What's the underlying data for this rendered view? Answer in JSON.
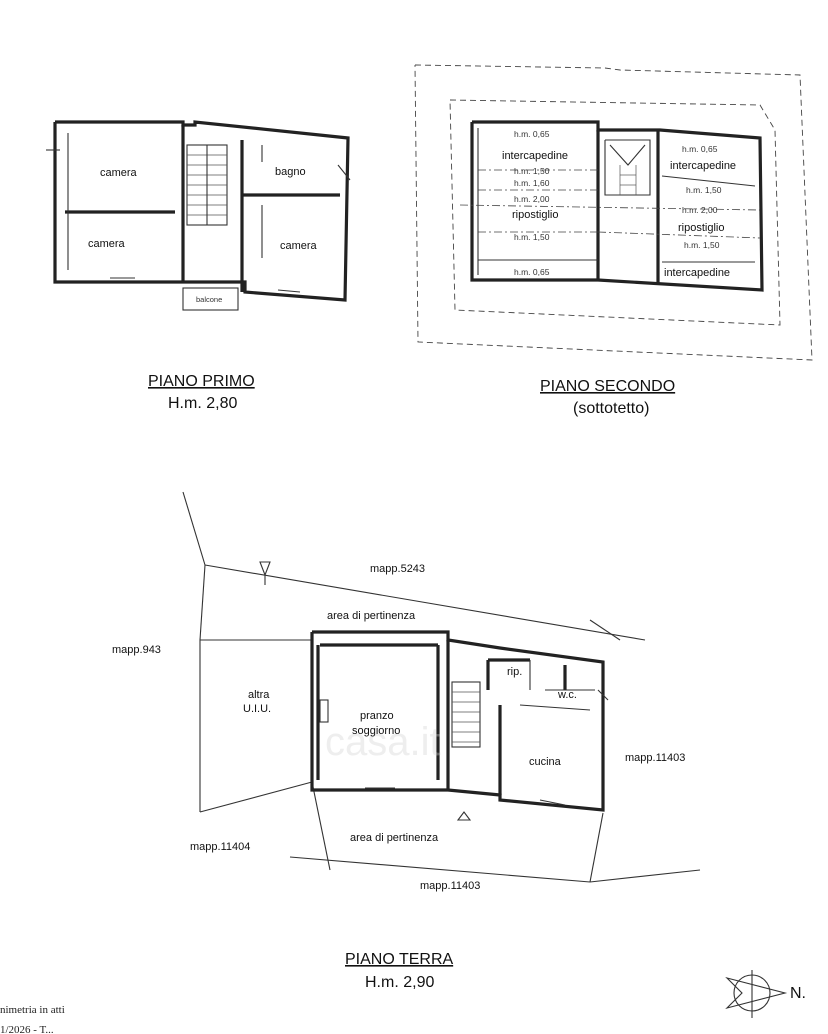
{
  "piano_primo": {
    "title": "PIANO PRIMO",
    "height": "H.m. 2,80",
    "rooms": {
      "camera_top": "camera",
      "camera_bottom": "camera",
      "bagno": "bagno",
      "camera_right": "camera",
      "balcone": "balcone"
    }
  },
  "piano_secondo": {
    "title": "PIANO SECONDO",
    "subtitle": "(sottotetto)",
    "rooms": {
      "intercapedine_left": "intercapedine",
      "ripostiglio_left": "ripostiglio",
      "intercapedine_right_top": "intercapedine",
      "ripostiglio_right": "ripostiglio",
      "intercapedine_right_bottom": "intercapedine"
    },
    "heights": {
      "l1": "h.m. 0,65",
      "l2": "h.m. 1,50",
      "l3": "h.m. 1,60",
      "l4": "h.m. 2,00",
      "l5": "h.m. 1,50",
      "l6": "h.m. 0,65",
      "r1": "h.m. 0,65",
      "r2": "h.m. 1,50",
      "r3": "h.m. 2,00",
      "r4": "h.m. 1,50"
    }
  },
  "piano_terra": {
    "title": "PIANO TERRA",
    "height": "H.m. 2,90",
    "labels": {
      "mapp_5243": "mapp.5243",
      "area_top": "area di pertinenza",
      "mapp_943": "mapp.943",
      "altra": "altra",
      "uiu": "U.I.U.",
      "pranzo": "pranzo",
      "soggiorno": "soggiorno",
      "rip": "rip.",
      "wc": "w.c.",
      "cucina": "cucina",
      "mapp_11403_right": "mapp.11403",
      "area_bottom": "area di pertinenza",
      "mapp_11404": "mapp.11404",
      "mapp_11403_bottom": "mapp.11403"
    }
  },
  "north": "N.",
  "footer": {
    "line1": "nimetria in atti",
    "line2": "1/2026 - T..."
  },
  "watermark": "casa.it"
}
